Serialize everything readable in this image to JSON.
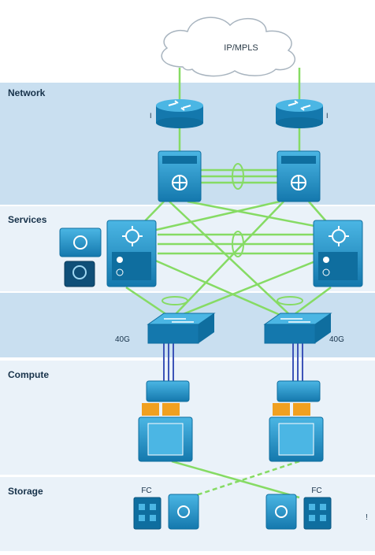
{
  "cloud": {
    "label": "IP/MPLS"
  },
  "layers": [
    {
      "key": "network",
      "label": "Network"
    },
    {
      "key": "services",
      "label": "Services"
    },
    {
      "key": "access",
      "label": ""
    },
    {
      "key": "compute",
      "label": "Compute"
    },
    {
      "key": "storage",
      "label": "Storage"
    }
  ],
  "uplink_labels": {
    "left": "40G",
    "right": "40G"
  },
  "storage_labels": {
    "left": "FC",
    "right": "FC"
  },
  "misc_labels": {
    "router_left_tick": "I",
    "router_right_tick": "I",
    "edge_tick": "!"
  },
  "colors": {
    "band_dark": "#c9dff0",
    "band_light": "#eaf2f9",
    "device": "#1f93c9",
    "device_dark": "#0f6e9f",
    "link": "#86db64",
    "blue_link": "#3d54b8",
    "text": "#17324a"
  }
}
